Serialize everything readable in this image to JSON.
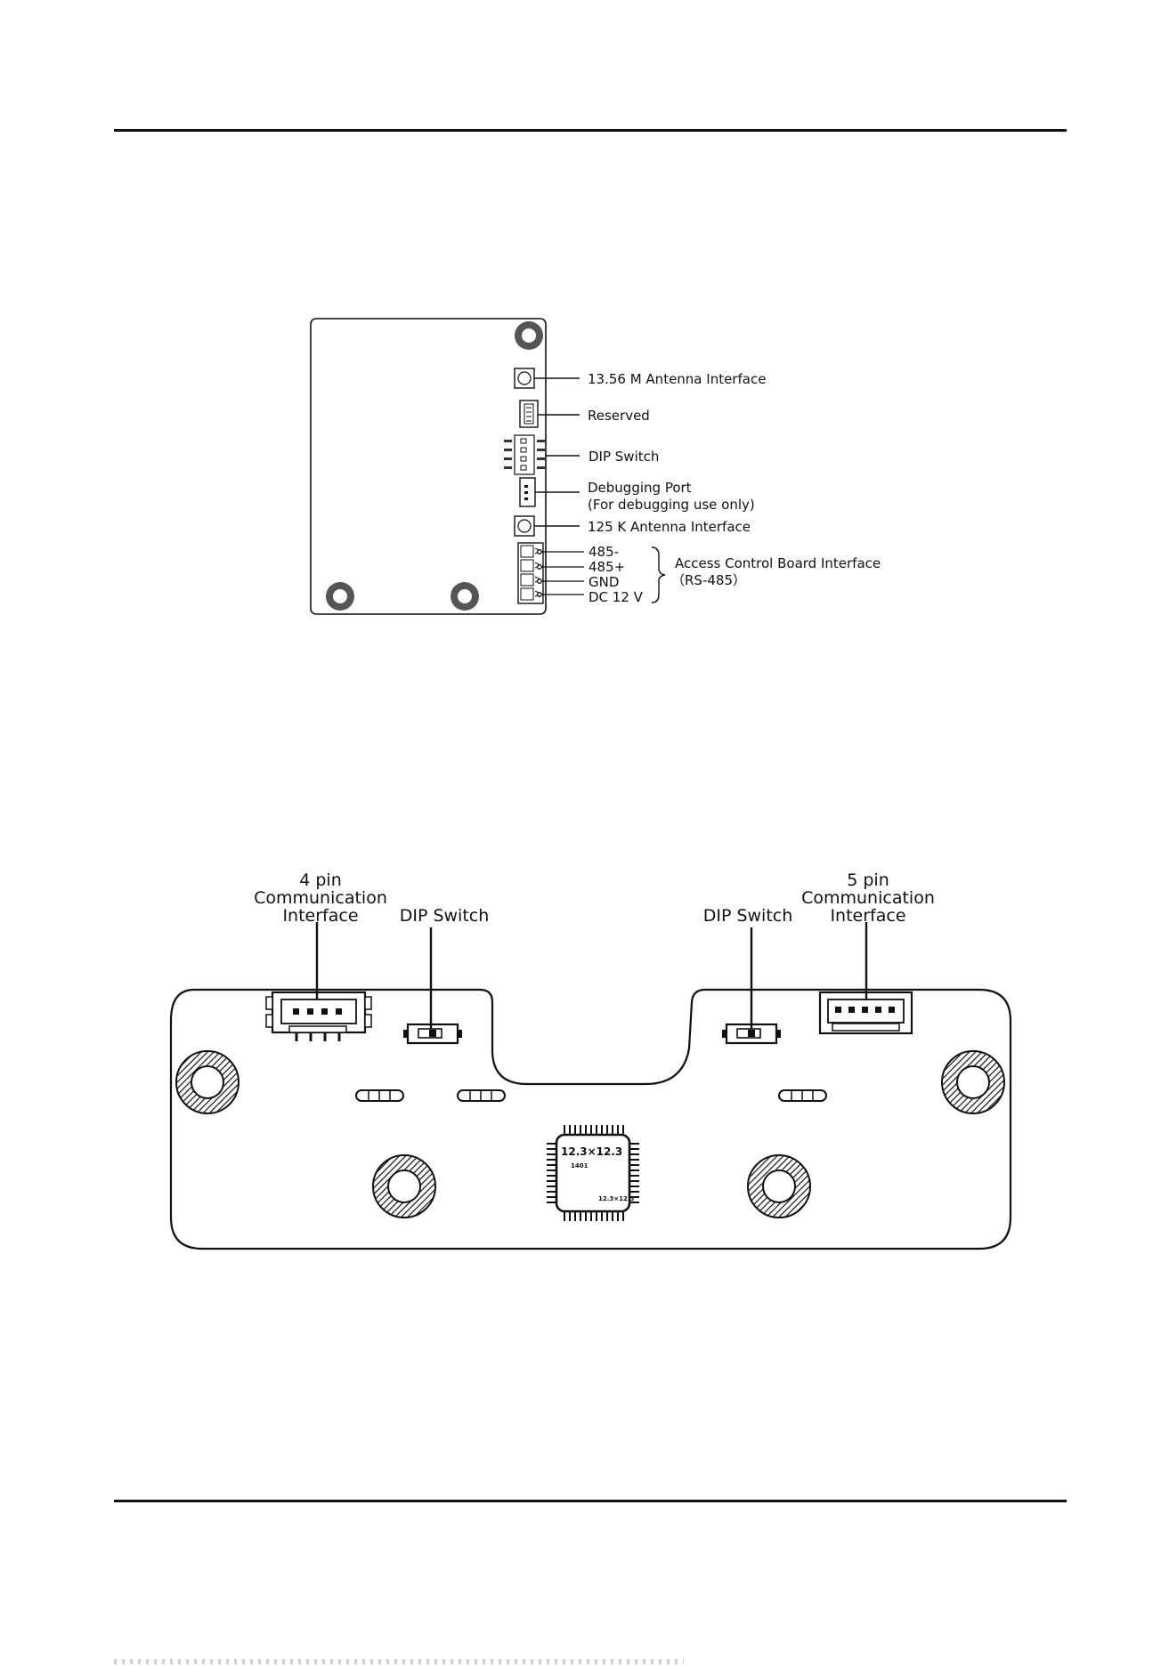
{
  "board1": {
    "callouts": {
      "antenna_1356": "13.56 M Antenna Interface",
      "reserved": "Reserved",
      "dip_switch": "DIP Switch",
      "debug_port_line1": "Debugging Port",
      "debug_port_line2": "(For debugging use only)",
      "antenna_125k": "125 K Antenna Interface",
      "pin_485_minus": "485-",
      "pin_485_plus": "485+",
      "pin_gnd": "GND",
      "pin_dc12v": "DC 12 V",
      "access_control_line1": "Access Control Board Interface",
      "access_control_line2": "（RS-485）"
    }
  },
  "board2": {
    "callouts": {
      "left_pin_count": "4 pin",
      "left_comm_line1": "Communication",
      "left_comm_line2": "Interface",
      "left_dip": "DIP Switch",
      "right_dip": "DIP Switch",
      "right_pin_count": "5 pin",
      "right_comm_line1": "Communication",
      "right_comm_line2": "Interface"
    },
    "chip_marking_main": "12.3×12.3",
    "chip_marking_small": "1401",
    "chip_marking_corner": "12.3×12.3"
  }
}
